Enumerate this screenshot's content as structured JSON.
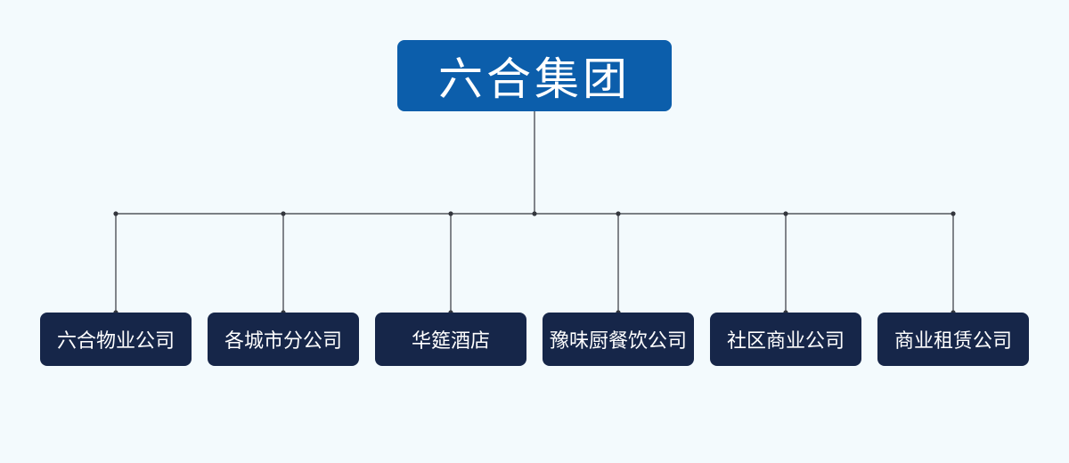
{
  "org_chart": {
    "root": {
      "label": "六合集团"
    },
    "children": [
      {
        "label": "六合物业公司"
      },
      {
        "label": "各城市分公司"
      },
      {
        "label": "华筵酒店"
      },
      {
        "label": "豫味厨餐饮公司"
      },
      {
        "label": "社区商业公司"
      },
      {
        "label": "商业租赁公司"
      }
    ]
  },
  "colors": {
    "background": "#f3fafd",
    "root_box": "#0c5eab",
    "child_box": "#162649",
    "connector": "#33363d",
    "text": "#ffffff"
  }
}
